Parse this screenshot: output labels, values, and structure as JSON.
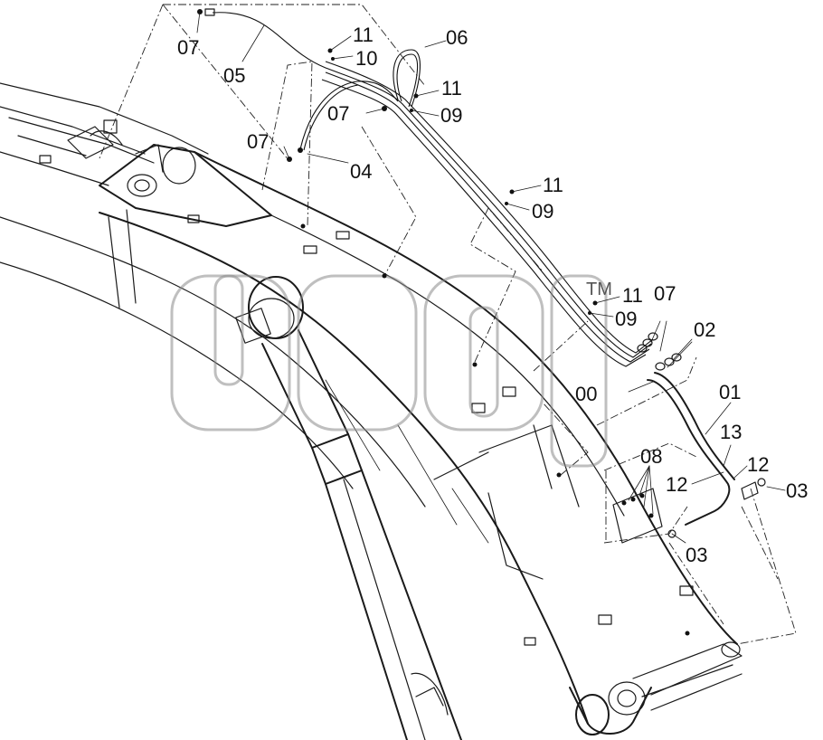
{
  "callouts": [
    {
      "id": "c-07a",
      "text": "07"
    },
    {
      "id": "c-05",
      "text": "05"
    },
    {
      "id": "c-11a",
      "text": "11"
    },
    {
      "id": "c-10",
      "text": "10"
    },
    {
      "id": "c-06",
      "text": "06"
    },
    {
      "id": "c-11b",
      "text": "11"
    },
    {
      "id": "c-07b",
      "text": "07"
    },
    {
      "id": "c-09a",
      "text": "09"
    },
    {
      "id": "c-07c",
      "text": "07"
    },
    {
      "id": "c-04",
      "text": "04"
    },
    {
      "id": "c-11c",
      "text": "11"
    },
    {
      "id": "c-09b",
      "text": "09"
    },
    {
      "id": "c-11d",
      "text": "11"
    },
    {
      "id": "c-07d",
      "text": "07"
    },
    {
      "id": "c-09c",
      "text": "09"
    },
    {
      "id": "c-02",
      "text": "02"
    },
    {
      "id": "c-00",
      "text": "00"
    },
    {
      "id": "c-01",
      "text": "01"
    },
    {
      "id": "c-13",
      "text": "13"
    },
    {
      "id": "c-08",
      "text": "08"
    },
    {
      "id": "c-12a",
      "text": "12"
    },
    {
      "id": "c-12b",
      "text": "12"
    },
    {
      "id": "c-03a",
      "text": "03"
    },
    {
      "id": "c-03b",
      "text": "03"
    }
  ],
  "watermark": {
    "trademark": "TM",
    "logo_text": "gmgp"
  },
  "colors": {
    "ink": "#1a1a1a",
    "watermark": "#8a8a8a",
    "background": "#ffffff"
  }
}
